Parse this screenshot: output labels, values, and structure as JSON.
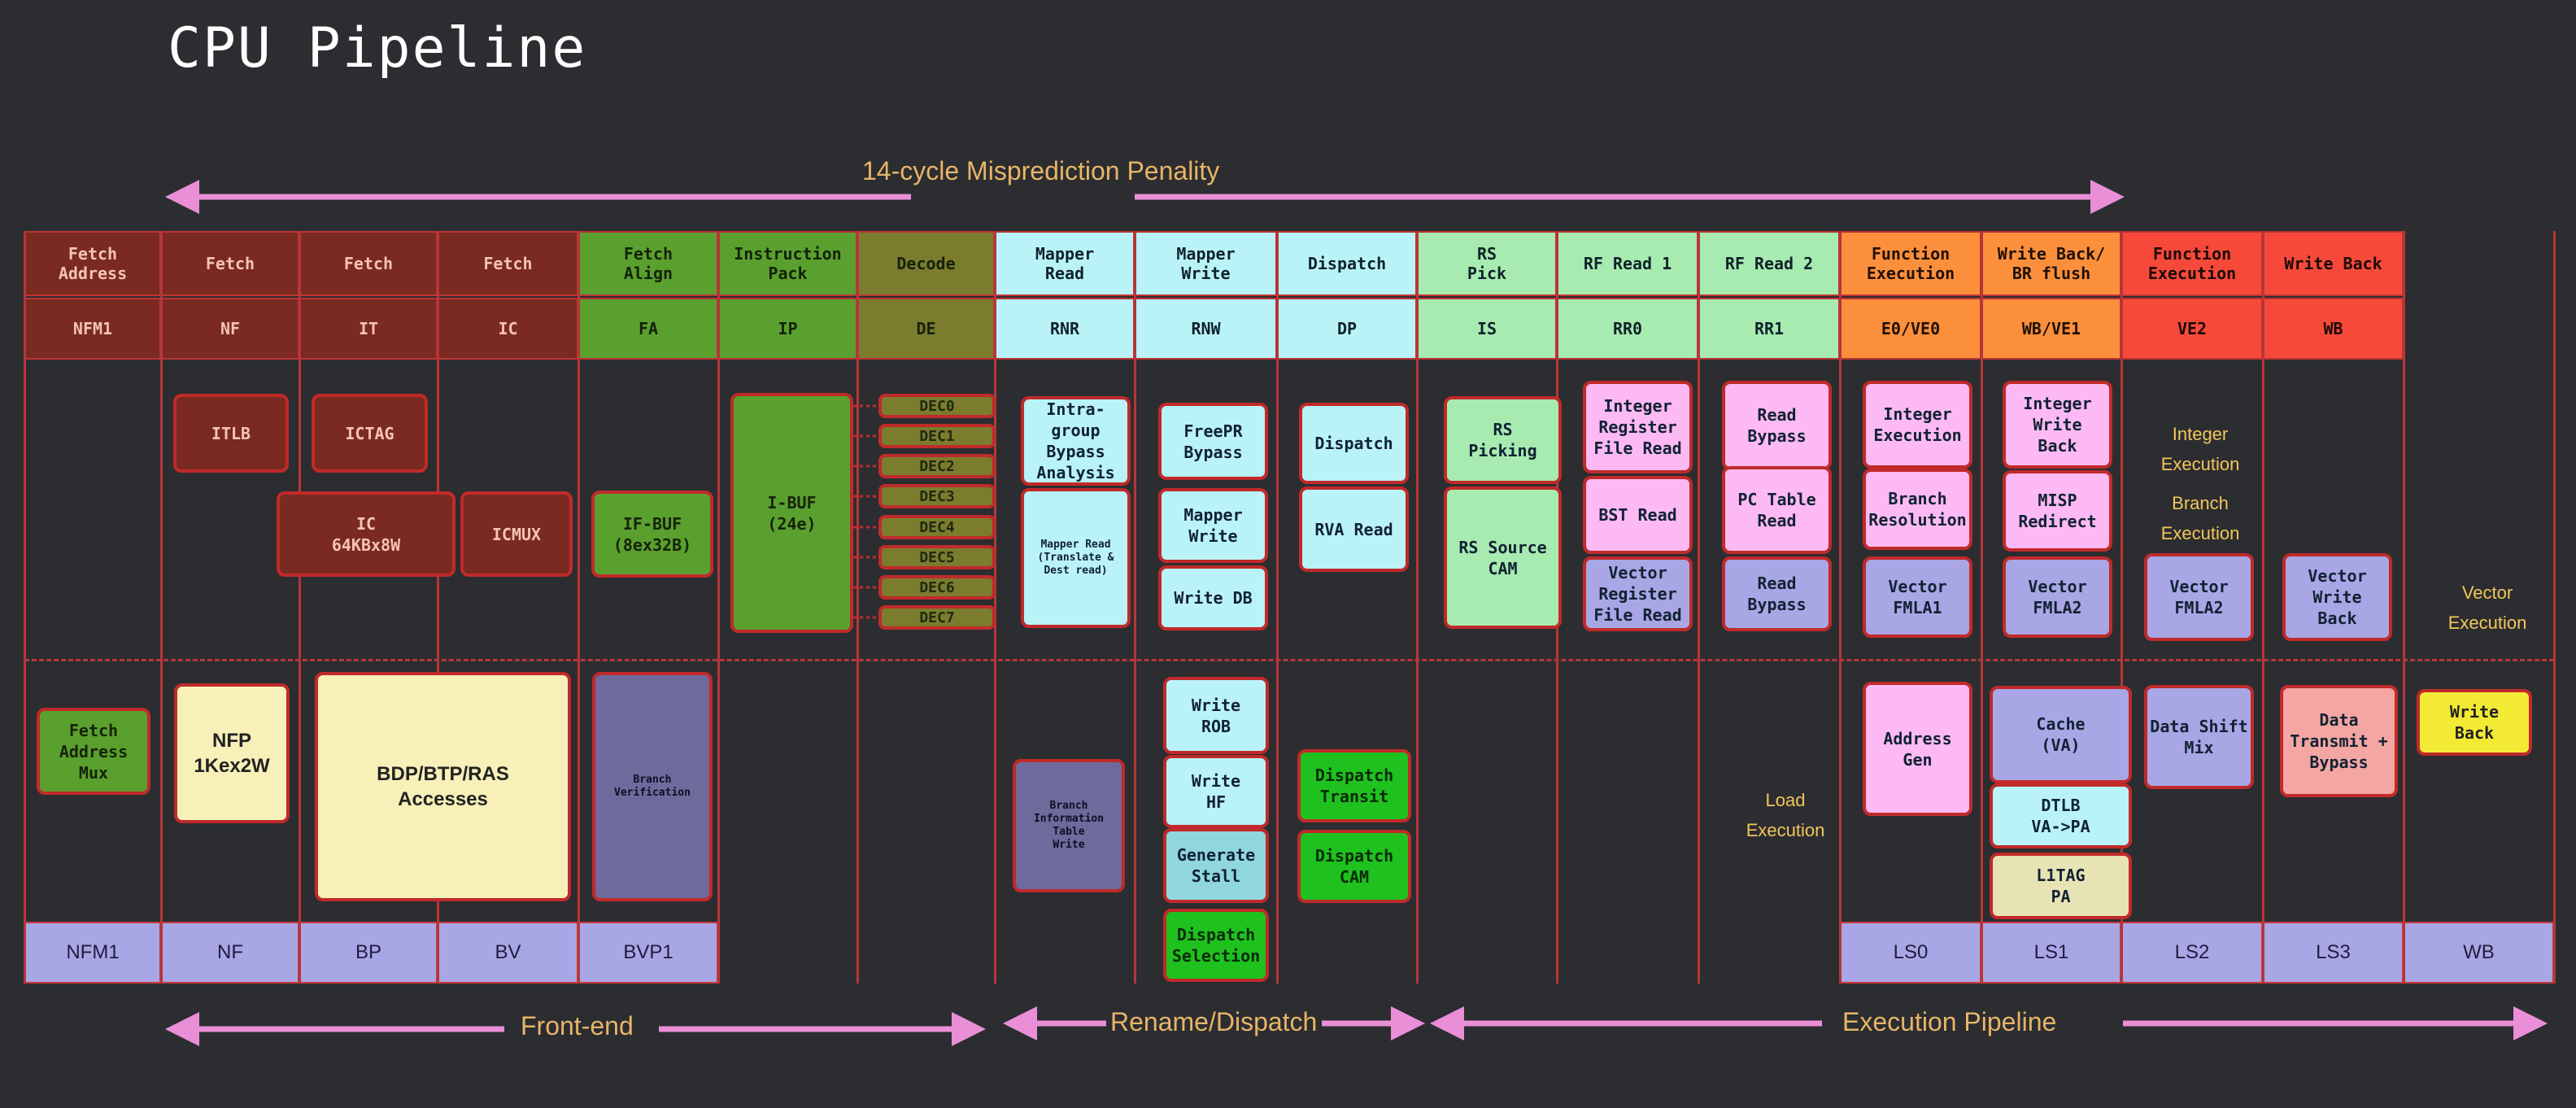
{
  "title": "CPU Pipeline",
  "captions": {
    "misprediction": "14-cycle  Misprediction\nPenality",
    "frontend": "Front-end",
    "rename": "Rename/Dispatch",
    "execution": "Execution Pipeline"
  },
  "columns": [
    {
      "header": "Fetch\nAddress",
      "stage": "NFM1",
      "bottom": "NFM1"
    },
    {
      "header": "Fetch",
      "stage": "NF",
      "bottom": "NF"
    },
    {
      "header": "Fetch",
      "stage": "IT",
      "bottom": "BP"
    },
    {
      "header": "Fetch",
      "stage": "IC",
      "bottom": "BV"
    },
    {
      "header": "Fetch\nAlign",
      "stage": "FA",
      "bottom": "BVP1"
    },
    {
      "header": "Instruction\nPack",
      "stage": "IP",
      "bottom": ""
    },
    {
      "header": "Decode",
      "stage": "DE",
      "bottom": ""
    },
    {
      "header": "Mapper\nRead",
      "stage": "RNR",
      "bottom": ""
    },
    {
      "header": "Mapper\nWrite",
      "stage": "RNW",
      "bottom": ""
    },
    {
      "header": "Dispatch",
      "stage": "DP",
      "bottom": ""
    },
    {
      "header": "RS\nPick",
      "stage": "IS",
      "bottom": ""
    },
    {
      "header": "RF Read 1",
      "stage": "RR0",
      "bottom": ""
    },
    {
      "header": "RF Read 2",
      "stage": "RR1",
      "bottom": ""
    },
    {
      "header": "Function\nExecution",
      "stage": "E0/VE0",
      "bottom": "LS0"
    },
    {
      "header": "Write Back/\nBR flush",
      "stage": "WB/VE1",
      "bottom": "LS1"
    },
    {
      "header": "Function\nExecution",
      "stage": "VE2",
      "bottom": "LS2"
    },
    {
      "header": "Write Back",
      "stage": "WB",
      "bottom": "LS3"
    },
    {
      "header": "",
      "stage": "",
      "bottom": "WB"
    }
  ],
  "decoders": [
    "DEC0",
    "DEC1",
    "DEC2",
    "DEC3",
    "DEC4",
    "DEC5",
    "DEC6",
    "DEC7"
  ],
  "blocks": {
    "itlb": "ITLB",
    "ictag": "ICTAG",
    "ic": "IC\n64KBx8W",
    "icmux": "ICMUX",
    "ifbuf": "IF-BUF\n(8ex32B)",
    "ibuf": "I-BUF\n(24e)",
    "intragroup": "Intra-\ngroup\nBypass\nAnalysis",
    "mapper_read": "Mapper Read\n(Translate &\nDest read)",
    "freepr": "FreePR\nBypass",
    "mapper_write": "Mapper\nWrite",
    "write_db": "Write DB",
    "dispatch": "Dispatch",
    "rva_read": "RVA Read",
    "rs_picking": "RS\nPicking",
    "rs_source_cam": "RS Source\nCAM",
    "int_rf_read": "Integer\nRegister\nFile Read",
    "bst_read": "BST Read",
    "vec_rf_read": "Vector\nRegister\nFile Read",
    "read_bypass1": "Read\nBypass",
    "pc_table_read": "PC Table\nRead",
    "read_bypass2": "Read\nBypass",
    "int_exec": "Integer\nExecution",
    "branch_res": "Branch\nResolution",
    "vec_fmla1": "Vector\nFMLA1",
    "int_wb": "Integer\nWrite\nBack",
    "misp": "MISP\nRedirect",
    "vec_fmla2": "Vector\nFMLA2",
    "vec_fmla2b": "Vector\nFMLA2",
    "vec_wb": "Vector\nWrite\nBack",
    "fetch_mux": "Fetch\nAddress\nMux",
    "nfp": "NFP\n1Kex2W",
    "bdp": "BDP/BTP/RAS\nAccesses",
    "branch_verif": "Branch\nVerification",
    "bit_write": "Branch\nInformation\nTable\nWrite",
    "write_rob": "Write\nROB",
    "write_hf": "Write\nHF",
    "gen_stall": "Generate\nStall",
    "dispatch_sel": "Dispatch\nSelection",
    "dispatch_transit": "Dispatch\nTransit",
    "dispatch_cam": "Dispatch\nCAM",
    "addr_gen": "Address\nGen",
    "cache_va": "Cache\n(VA)",
    "dtlb": "DTLB\nVA->PA",
    "l1tag": "L1TAG\nPA",
    "data_shift": "Data Shift\nMix",
    "data_transmit": "Data\nTransmit +\nBypass",
    "write_back_y": "Write\nBack"
  },
  "labels": {
    "int_exec_text": "Integer\nExecution",
    "branch_exec_text": "Branch\nExecution",
    "vector_exec_text": "Vector\nExecution",
    "load_exec_text": "Load\nExecution"
  },
  "colors": {
    "background": "#2c2d30",
    "front_end": "#7a2a20",
    "green": "#5aa02e",
    "olive": "#7b7c2d",
    "cyan": "#b9f3f8",
    "light_green": "#a7ebb0",
    "pink": "#fcb9f3",
    "orange": "#fb8f3c",
    "red": "#f6493a",
    "lavender": "#a9a6e6",
    "cream": "#f7f0b8",
    "bright_green": "#1fc11f",
    "yellow": "#f3ea35",
    "arrow": "#e98ed7"
  }
}
